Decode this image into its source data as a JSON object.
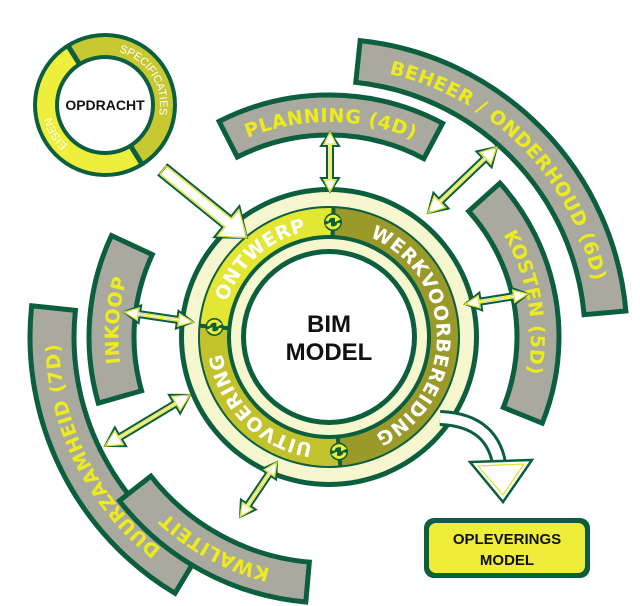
{
  "opdracht": {
    "title": "OPDRACHT",
    "segments": [
      {
        "label": "SPECIFICATIES",
        "color": "#c8c832"
      },
      {
        "label": "EISEN",
        "color": "#eeee3c"
      }
    ]
  },
  "core": {
    "title_line1": "BIM",
    "title_line2": "MODEL",
    "phases": [
      {
        "label": "ONTWERP",
        "color": "#e4e634"
      },
      {
        "label": "WERKVOORBEREIDING",
        "color": "#9a9a2a"
      },
      {
        "label": "UITVOERING",
        "color": "#c2c22c"
      }
    ]
  },
  "dimensions": [
    {
      "label": "PLANNING (4D)"
    },
    {
      "label": "BEHEER / ONDERHOUD (6D)"
    },
    {
      "label": "KOSTEN (5D)"
    },
    {
      "label": "INKOOP"
    },
    {
      "label": "DUURZAAMHEID (7D)"
    },
    {
      "label": "KWALITEIT"
    }
  ],
  "output": {
    "line1": "OPLEVERINGS",
    "line2": "MODEL"
  },
  "colors": {
    "dark_green": "#0b5e3e",
    "band_gray": "#aaa99f",
    "band_text": "#ecec1c",
    "pale": "#f6f6cf"
  }
}
